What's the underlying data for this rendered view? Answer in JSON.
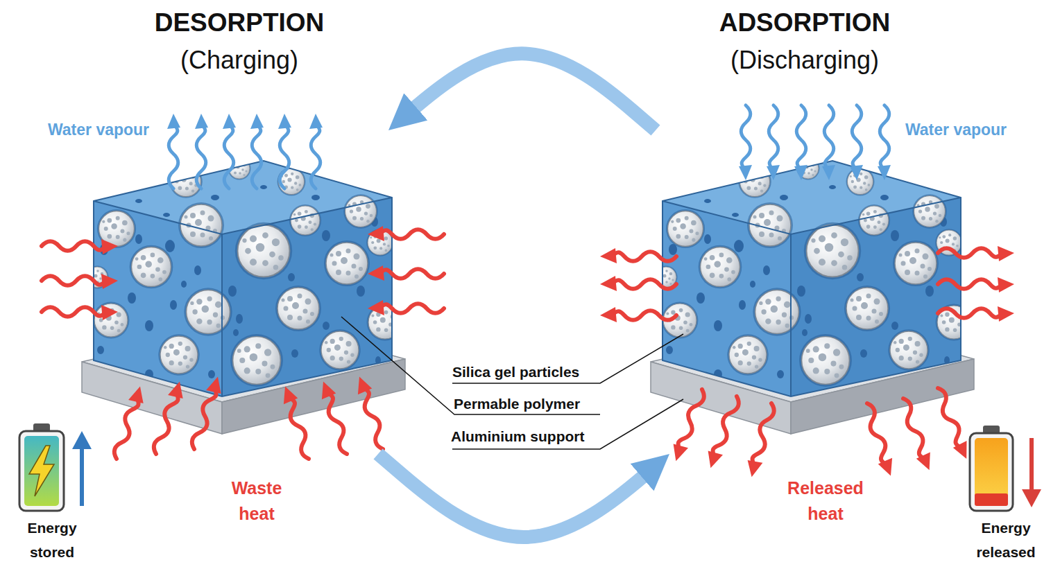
{
  "diagram": {
    "nodes": [
      {
        "text": [
          "DESORPTION",
          "(Charging)"
        ]
      },
      {
        "text": [
          "ADSORPTION",
          "(Discharging)"
        ]
      }
    ],
    "edges": [
      {
        "from": 1,
        "to": 0,
        "arrow": "to"
      },
      {
        "from": 0,
        "to": 1,
        "arrow": "to"
      }
    ],
    "labels": [
      "Water vapour",
      "Water vapour",
      "Silica gel particles",
      "Permable polymer",
      "Aluminium support",
      "Waste heat",
      "Energy stored",
      "Released heat",
      "Energy released"
    ]
  }
}
